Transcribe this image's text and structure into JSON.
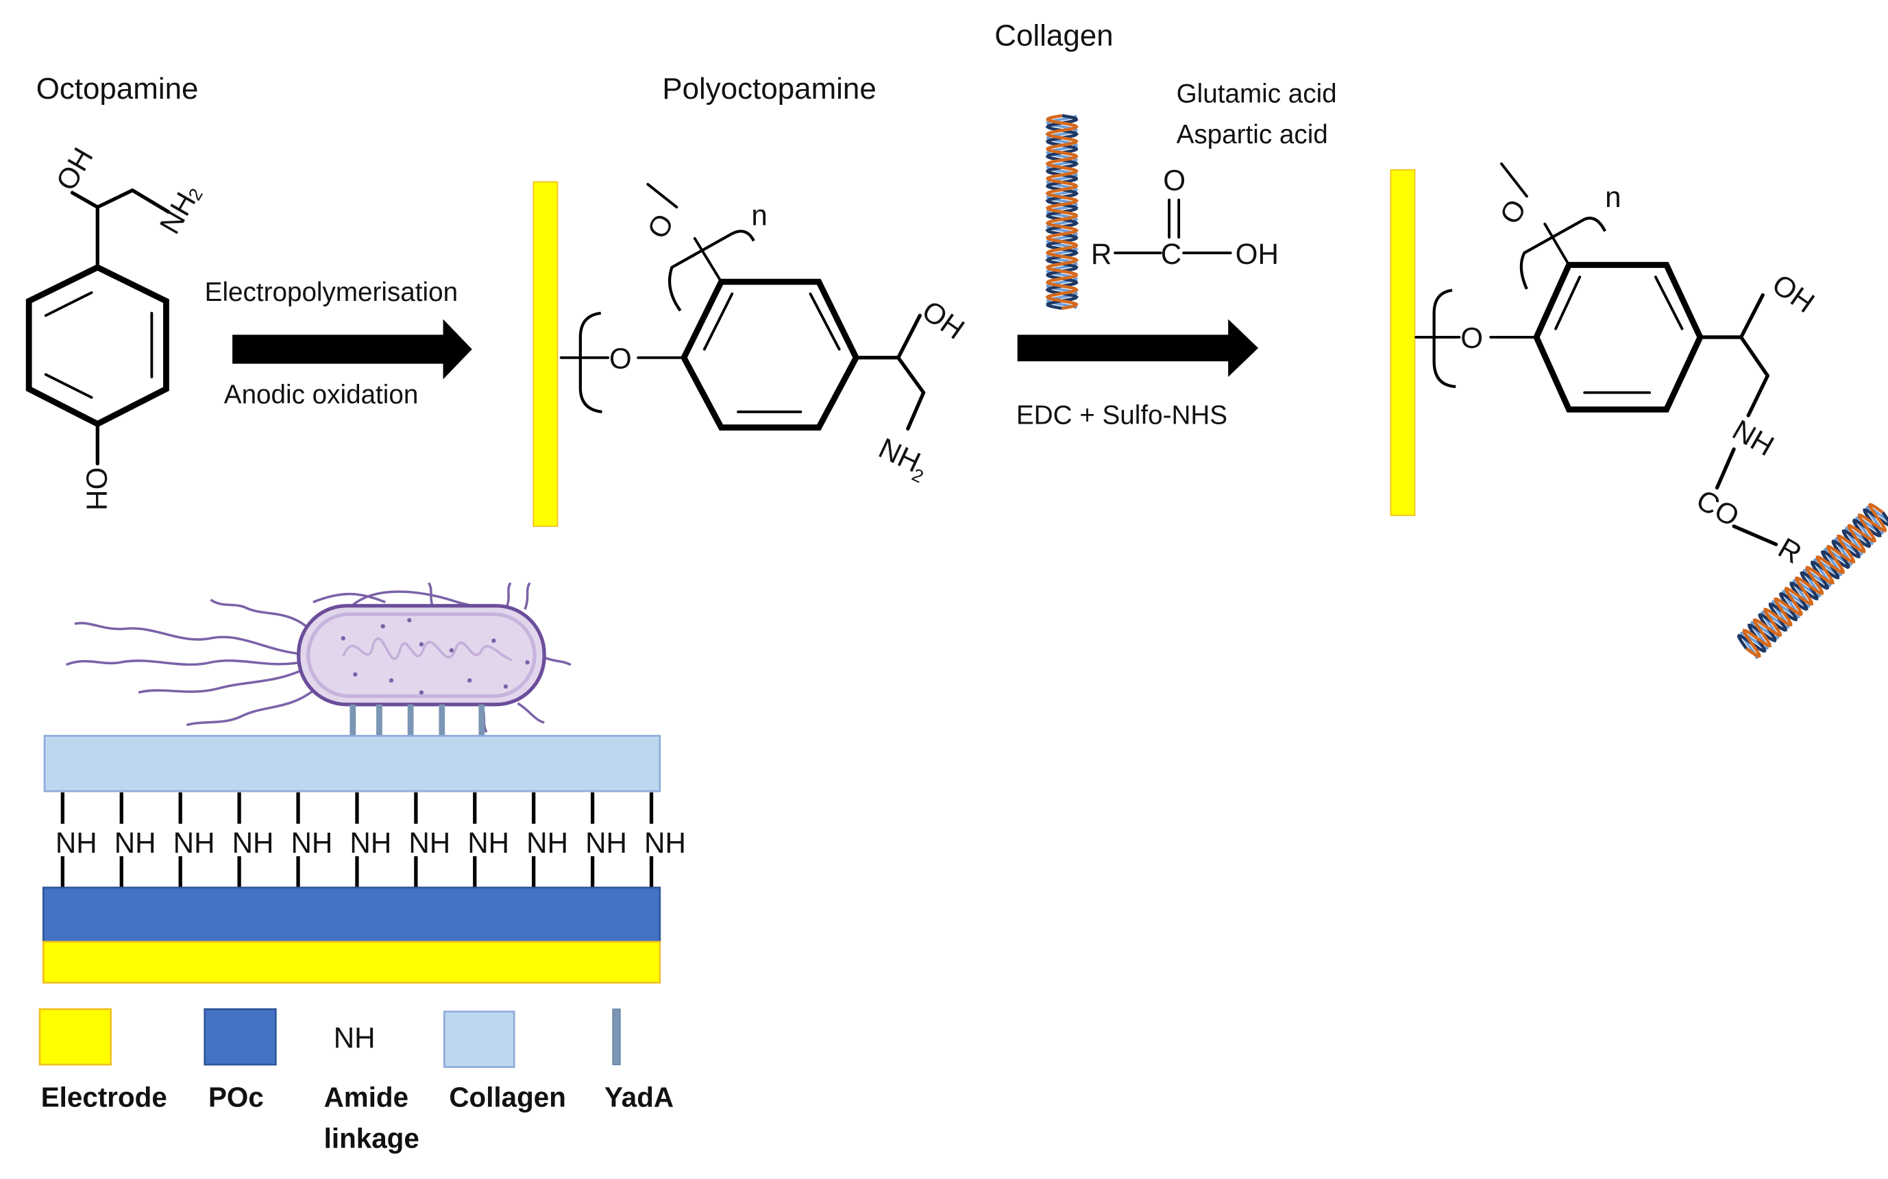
{
  "colors": {
    "electrode": "#FFFF00",
    "electrode_border": "#F0C020",
    "poc": "#4472C4",
    "poc_border": "#2F5597",
    "collagen_layer": "#BDD7EE",
    "collagen_border": "#8EAADB",
    "yada": "#7A96B4",
    "helix_orange": "#D46A1E",
    "helix_navy": "#1F3864",
    "helix_light": "#6F9FD8",
    "bacterium_fill": "#E2D6EC",
    "bacterium_outline": "#6B4E9B",
    "arrow": "#000000"
  },
  "step1": {
    "title": "Octopamine",
    "structure": {
      "oh_top": "OH",
      "nh2": "NH",
      "nh2_sub": "2",
      "oh_bottom": "OH"
    }
  },
  "reaction1": {
    "label_top": "Electropolymerisation",
    "label_bottom": "Anodic oxidation"
  },
  "step2": {
    "title": "Polyoctopamine",
    "structure": {
      "o_chain": "O",
      "o_surface": "O",
      "repeat_n": "n",
      "oh": "OH",
      "nh2": "NH",
      "nh2_sub": "2"
    }
  },
  "reagent": {
    "title": "Collagen",
    "acids": [
      "Glutamic acid",
      "Aspartic acid"
    ],
    "structure": {
      "o_double": "O",
      "r": "R",
      "c": "C",
      "oh": "OH"
    }
  },
  "reaction2": {
    "label_bottom": "EDC + Sulfo-NHS"
  },
  "step3": {
    "structure": {
      "o_chain": "O",
      "o_surface": "O",
      "repeat_n": "n",
      "oh": "OH",
      "nh": "NH",
      "co": "CO",
      "r": "R"
    }
  },
  "layer_schematic": {
    "amide_label": "NH",
    "amide_count": 11,
    "yada_count": 5
  },
  "legend": [
    {
      "key": "electrode",
      "label": "Electrode",
      "label_line2": ""
    },
    {
      "key": "poc",
      "label": "POc",
      "label_line2": ""
    },
    {
      "key": "amide",
      "symbol": "NH",
      "label": "Amide",
      "label_line2": "linkage"
    },
    {
      "key": "collagen",
      "label": "Collagen",
      "label_line2": ""
    },
    {
      "key": "yada",
      "label": "YadA",
      "label_line2": ""
    }
  ]
}
